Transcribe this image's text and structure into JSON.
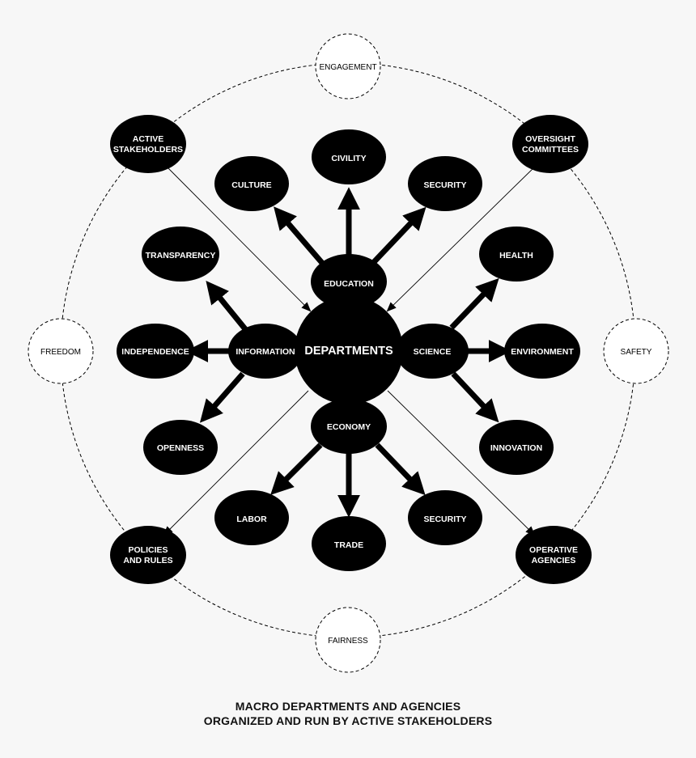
{
  "center": {
    "label": "DEPARTMENTS"
  },
  "hubs": {
    "education": "EDUCATION",
    "information": "INFORMATION",
    "science": "SCIENCE",
    "economy": "ECONOMY"
  },
  "leaves": {
    "civility": "CIVILITY",
    "culture": "CULTURE",
    "security_top": "SECURITY",
    "transparency": "TRANSPARENCY",
    "independence": "INDEPENDENCE",
    "openness": "OPENNESS",
    "health": "HEALTH",
    "environment": "ENVIRONMENT",
    "innovation": "INNOVATION",
    "labor": "LABOR",
    "trade": "TRADE",
    "security_bottom": "SECURITY"
  },
  "corners": {
    "active_stakeholders": [
      "ACTIVE",
      "STAKEHOLDERS"
    ],
    "oversight_committees": [
      "OVERSIGHT",
      "COMMITTEES"
    ],
    "policies_and_rules": [
      "POLICIES",
      "AND RULES"
    ],
    "operative_agencies": [
      "OPERATIVE",
      "AGENCIES"
    ]
  },
  "values": {
    "engagement": "ENGAGEMENT",
    "freedom": "FREEDOM",
    "safety": "SAFETY",
    "fairness": "FAIRNESS"
  },
  "caption": {
    "line1": "MACRO DEPARTMENTS AND AGENCIES",
    "line2": "ORGANIZED AND RUN BY ACTIVE STAKEHOLDERS"
  },
  "colors": {
    "node": "#000000",
    "node_text": "#ffffff",
    "background": "#f7f7f7"
  }
}
